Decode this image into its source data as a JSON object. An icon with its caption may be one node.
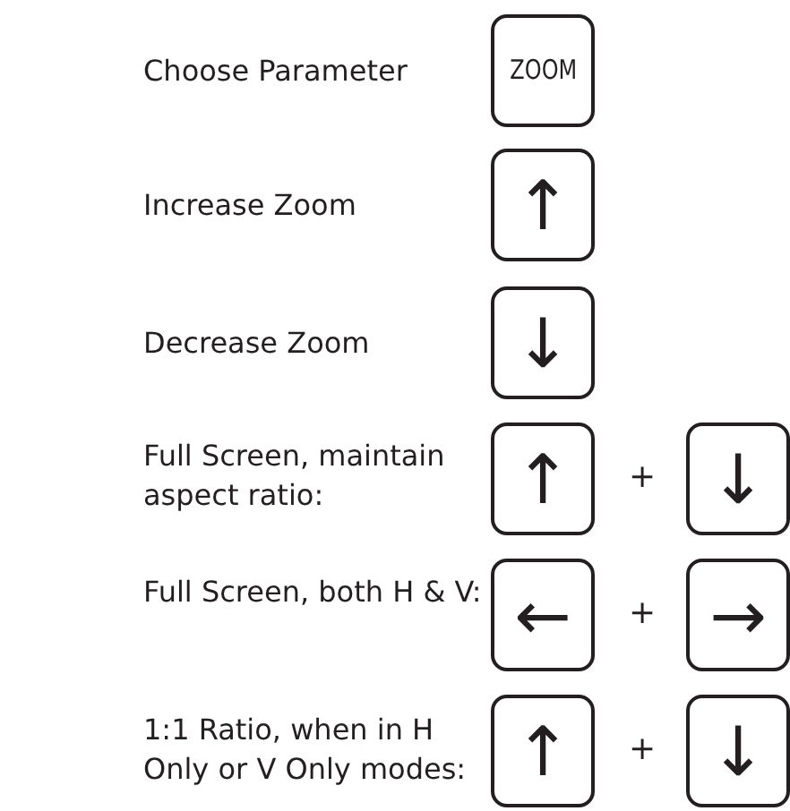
{
  "diagram": {
    "nodes": [
      {
        "text": [
          "ZOOM"
        ]
      },
      {
        "text": [
          "↑"
        ]
      },
      {
        "text": [
          "↓"
        ]
      },
      {
        "text": [
          "↑"
        ]
      },
      {
        "text": [
          "↓"
        ]
      },
      {
        "text": [
          "←"
        ]
      },
      {
        "text": [
          "→"
        ]
      },
      {
        "text": [
          "↑"
        ]
      },
      {
        "text": [
          "↓"
        ]
      }
    ],
    "labels": [
      "Choose Parameter",
      "Increase Zoom",
      "Decrease Zoom",
      "Full Screen, maintain aspect ratio:",
      "+",
      "Full Screen, both H & V:",
      "+",
      "1:1 Ratio, when in H Only or V Only modes:",
      "+"
    ]
  }
}
